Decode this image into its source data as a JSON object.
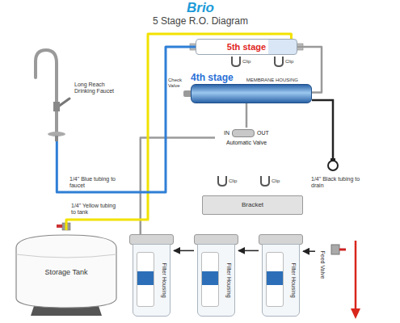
{
  "diagram": {
    "title": "5 Stage R.O. Diagram",
    "nodes": [
      {
        "text": [
          "5th stage"
        ]
      },
      {
        "text": [
          "4th stage",
          "MEMBRANE HOUSING"
        ]
      },
      {
        "text": [
          "Long Reach Drinking Faucet"
        ]
      },
      {
        "text": [
          "Automatic Valve",
          "IN",
          "OUT"
        ]
      },
      {
        "text": [
          "Bracket"
        ]
      },
      {
        "text": [
          "Storage Tank"
        ]
      },
      {
        "text": [
          "Filter Housing"
        ]
      },
      {
        "text": [
          "Filter Housing"
        ]
      },
      {
        "text": [
          "Filter Housing"
        ]
      },
      {
        "text": [
          "Feed Valve"
        ]
      }
    ],
    "edges": [
      {
        "from": 9,
        "to": 8,
        "arrow": "to"
      },
      {
        "from": 8,
        "to": 7,
        "arrow": "to"
      },
      {
        "from": 7,
        "to": 6,
        "arrow": "to"
      },
      {
        "from": 6,
        "to": 3,
        "arrow": "none"
      },
      {
        "from": 3,
        "to": 1,
        "arrow": "none"
      },
      {
        "from": 1,
        "to": 0,
        "arrow": "none"
      },
      {
        "from": 5,
        "to": 0,
        "arrow": "none"
      },
      {
        "from": 0,
        "to": 2,
        "arrow": "none"
      }
    ],
    "labels": [
      "Brio",
      "Check Valve",
      "Clip",
      "Clip",
      "Clip",
      "Clip",
      "1/4\" Blue tubing to faucet",
      "1/4\" Black tubing to drain",
      "1/4\" Yellow tubing to tank"
    ]
  }
}
